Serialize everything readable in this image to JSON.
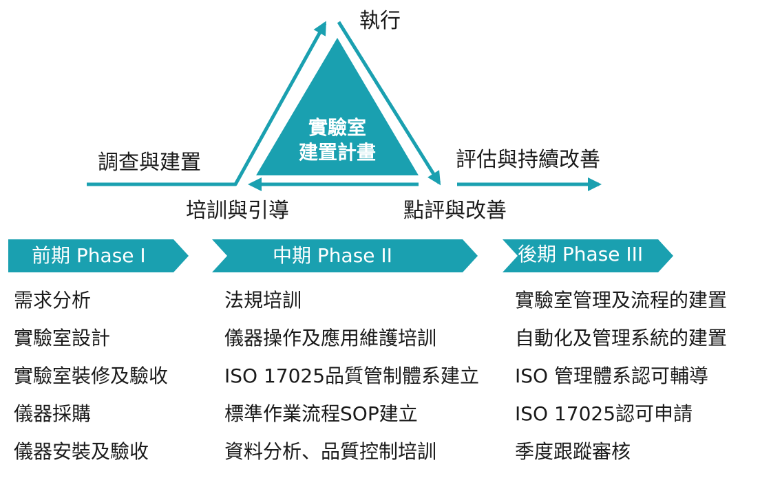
{
  "cycle": {
    "center_line1": "實驗室",
    "center_line2": "建置計畫",
    "top": "執行",
    "left": "調查與建置",
    "right": "評估與持續改善",
    "bottom_left": "培訓與引導",
    "bottom_right": "點評與改善"
  },
  "colors": {
    "accent": "#1aa0b0",
    "text": "#1a1a1a"
  },
  "phases": [
    {
      "label": "前期 Phase I",
      "items": [
        "需求分析",
        "實驗室設計",
        "實驗室裝修及驗收",
        "儀器採購",
        "儀器安裝及驗收"
      ]
    },
    {
      "label": "中期 Phase II",
      "items": [
        "法規培訓",
        "儀器操作及應用維護培訓",
        "ISO 17025品質管制體系建立",
        "標準作業流程SOP建立",
        "資料分析、品質控制培訓"
      ]
    },
    {
      "label": "後期 Phase III",
      "items": [
        "實驗室管理及流程的建置",
        "自動化及管理系統的建置",
        "ISO 管理體系認可輔導",
        "ISO 17025認可申請",
        "季度跟蹤審核"
      ]
    }
  ]
}
